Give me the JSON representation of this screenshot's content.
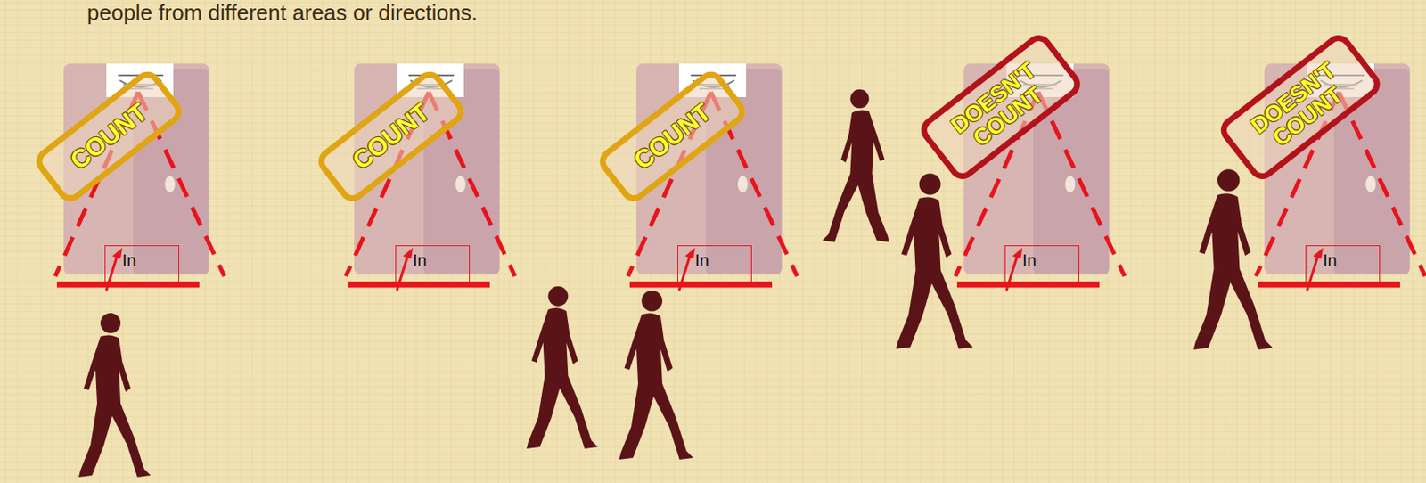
{
  "diagram": {
    "nodes": [
      {
        "text": [
          "COUNT"
        ]
      },
      {
        "text": [
          "In"
        ]
      },
      {
        "text": [
          "COUNT"
        ]
      },
      {
        "text": [
          "In"
        ]
      },
      {
        "text": [
          "COUNT"
        ]
      },
      {
        "text": [
          "In"
        ]
      },
      {
        "text": [
          "DOESN'T COUNT"
        ]
      },
      {
        "text": [
          "In"
        ]
      },
      {
        "text": [
          "DOESN'T COUNT"
        ]
      },
      {
        "text": [
          "In"
        ]
      }
    ],
    "labels": [
      "people from different areas or directions."
    ]
  }
}
